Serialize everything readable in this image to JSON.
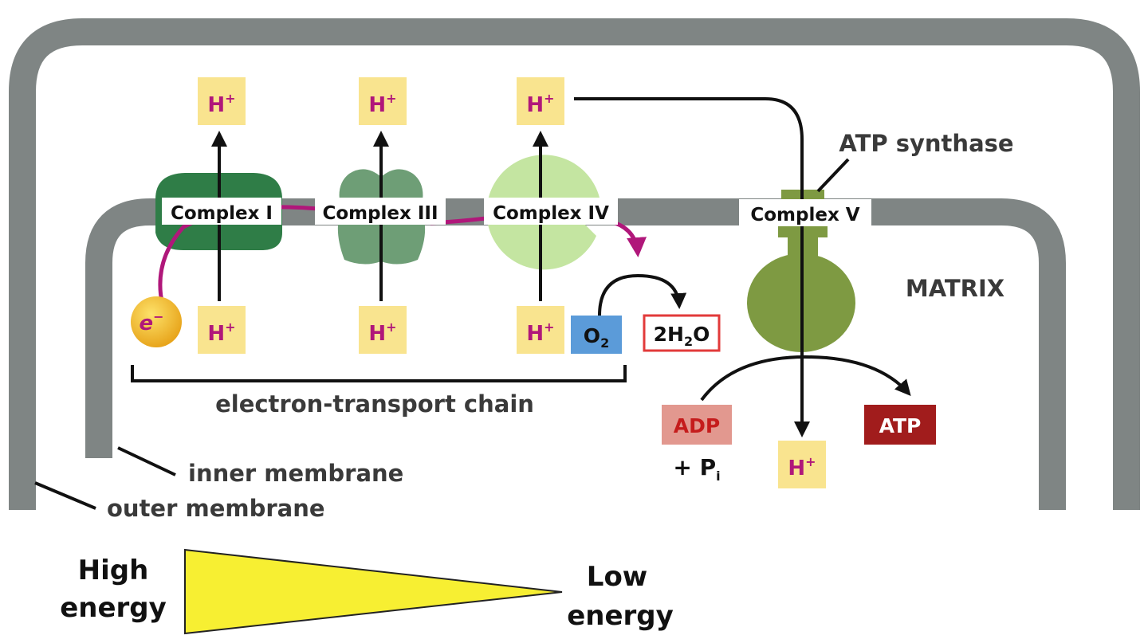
{
  "colors": {
    "membrane": "#7f8584",
    "proton": "#f9e48f",
    "proton_text": "#b0177a",
    "electron_path": "#b0177a",
    "complex_i": "#2f7d47",
    "complex_iii": "#6e9e76",
    "complex_iv": "#c4e5a1",
    "atp_synthase": "#7e9a42",
    "oxygen": "#5b9bd9",
    "water_border": "#e23a3a",
    "adp": "#e2988f",
    "atp": "#a11c1c",
    "energy_wedge": "#f7ef32"
  },
  "labels": {
    "complex_i": "Complex I",
    "complex_iii": "Complex III",
    "complex_iv": "Complex IV",
    "complex_v": "Complex V",
    "atp_synthase": "ATP synthase",
    "matrix": "MATRIX",
    "etc": "electron-transport chain",
    "inner_membrane": "inner membrane",
    "outer_membrane": "outer membrane",
    "proton": "H",
    "proton_charge": "+",
    "electron": "e",
    "electron_charge": "−",
    "oxygen": "O",
    "oxygen_sub": "2",
    "water_prefix": "2H",
    "water_sub": "2",
    "water_suffix": "O",
    "adp": "ADP",
    "phosphate_prefix": "+ P",
    "phosphate_sub": "i",
    "atp": "ATP"
  },
  "energy": {
    "high_line1": "High",
    "high_line2": "energy",
    "low_line1": "Low",
    "low_line2": "energy"
  }
}
